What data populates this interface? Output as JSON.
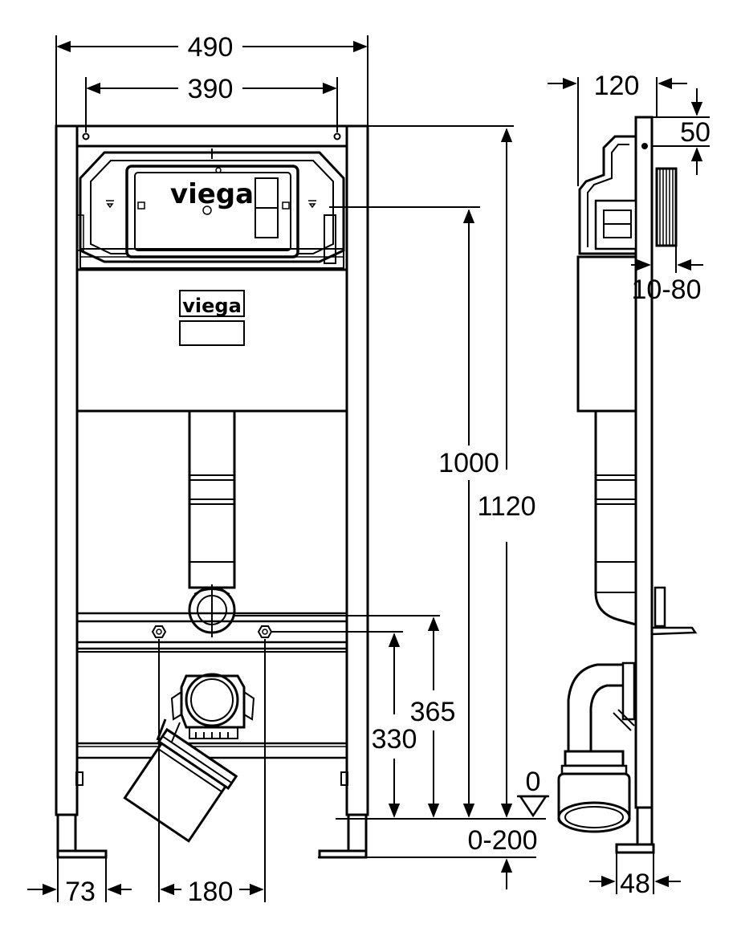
{
  "diagram": {
    "brand": "viega",
    "front_view": {
      "dims": {
        "total_width": "490",
        "anchor_spacing": "390",
        "height_to_flush": "1000",
        "total_height": "1120",
        "bolt_height_upper": "365",
        "bolt_height_lower": "330",
        "floor_adjust": "0-200",
        "floor_zero": "0",
        "foot_width": "73",
        "bolt_spacing": "180"
      }
    },
    "side_view": {
      "dims": {
        "tank_depth": "120",
        "top_offset": "50",
        "wall_adjust": "10-80",
        "frame_depth": "48"
      }
    }
  }
}
